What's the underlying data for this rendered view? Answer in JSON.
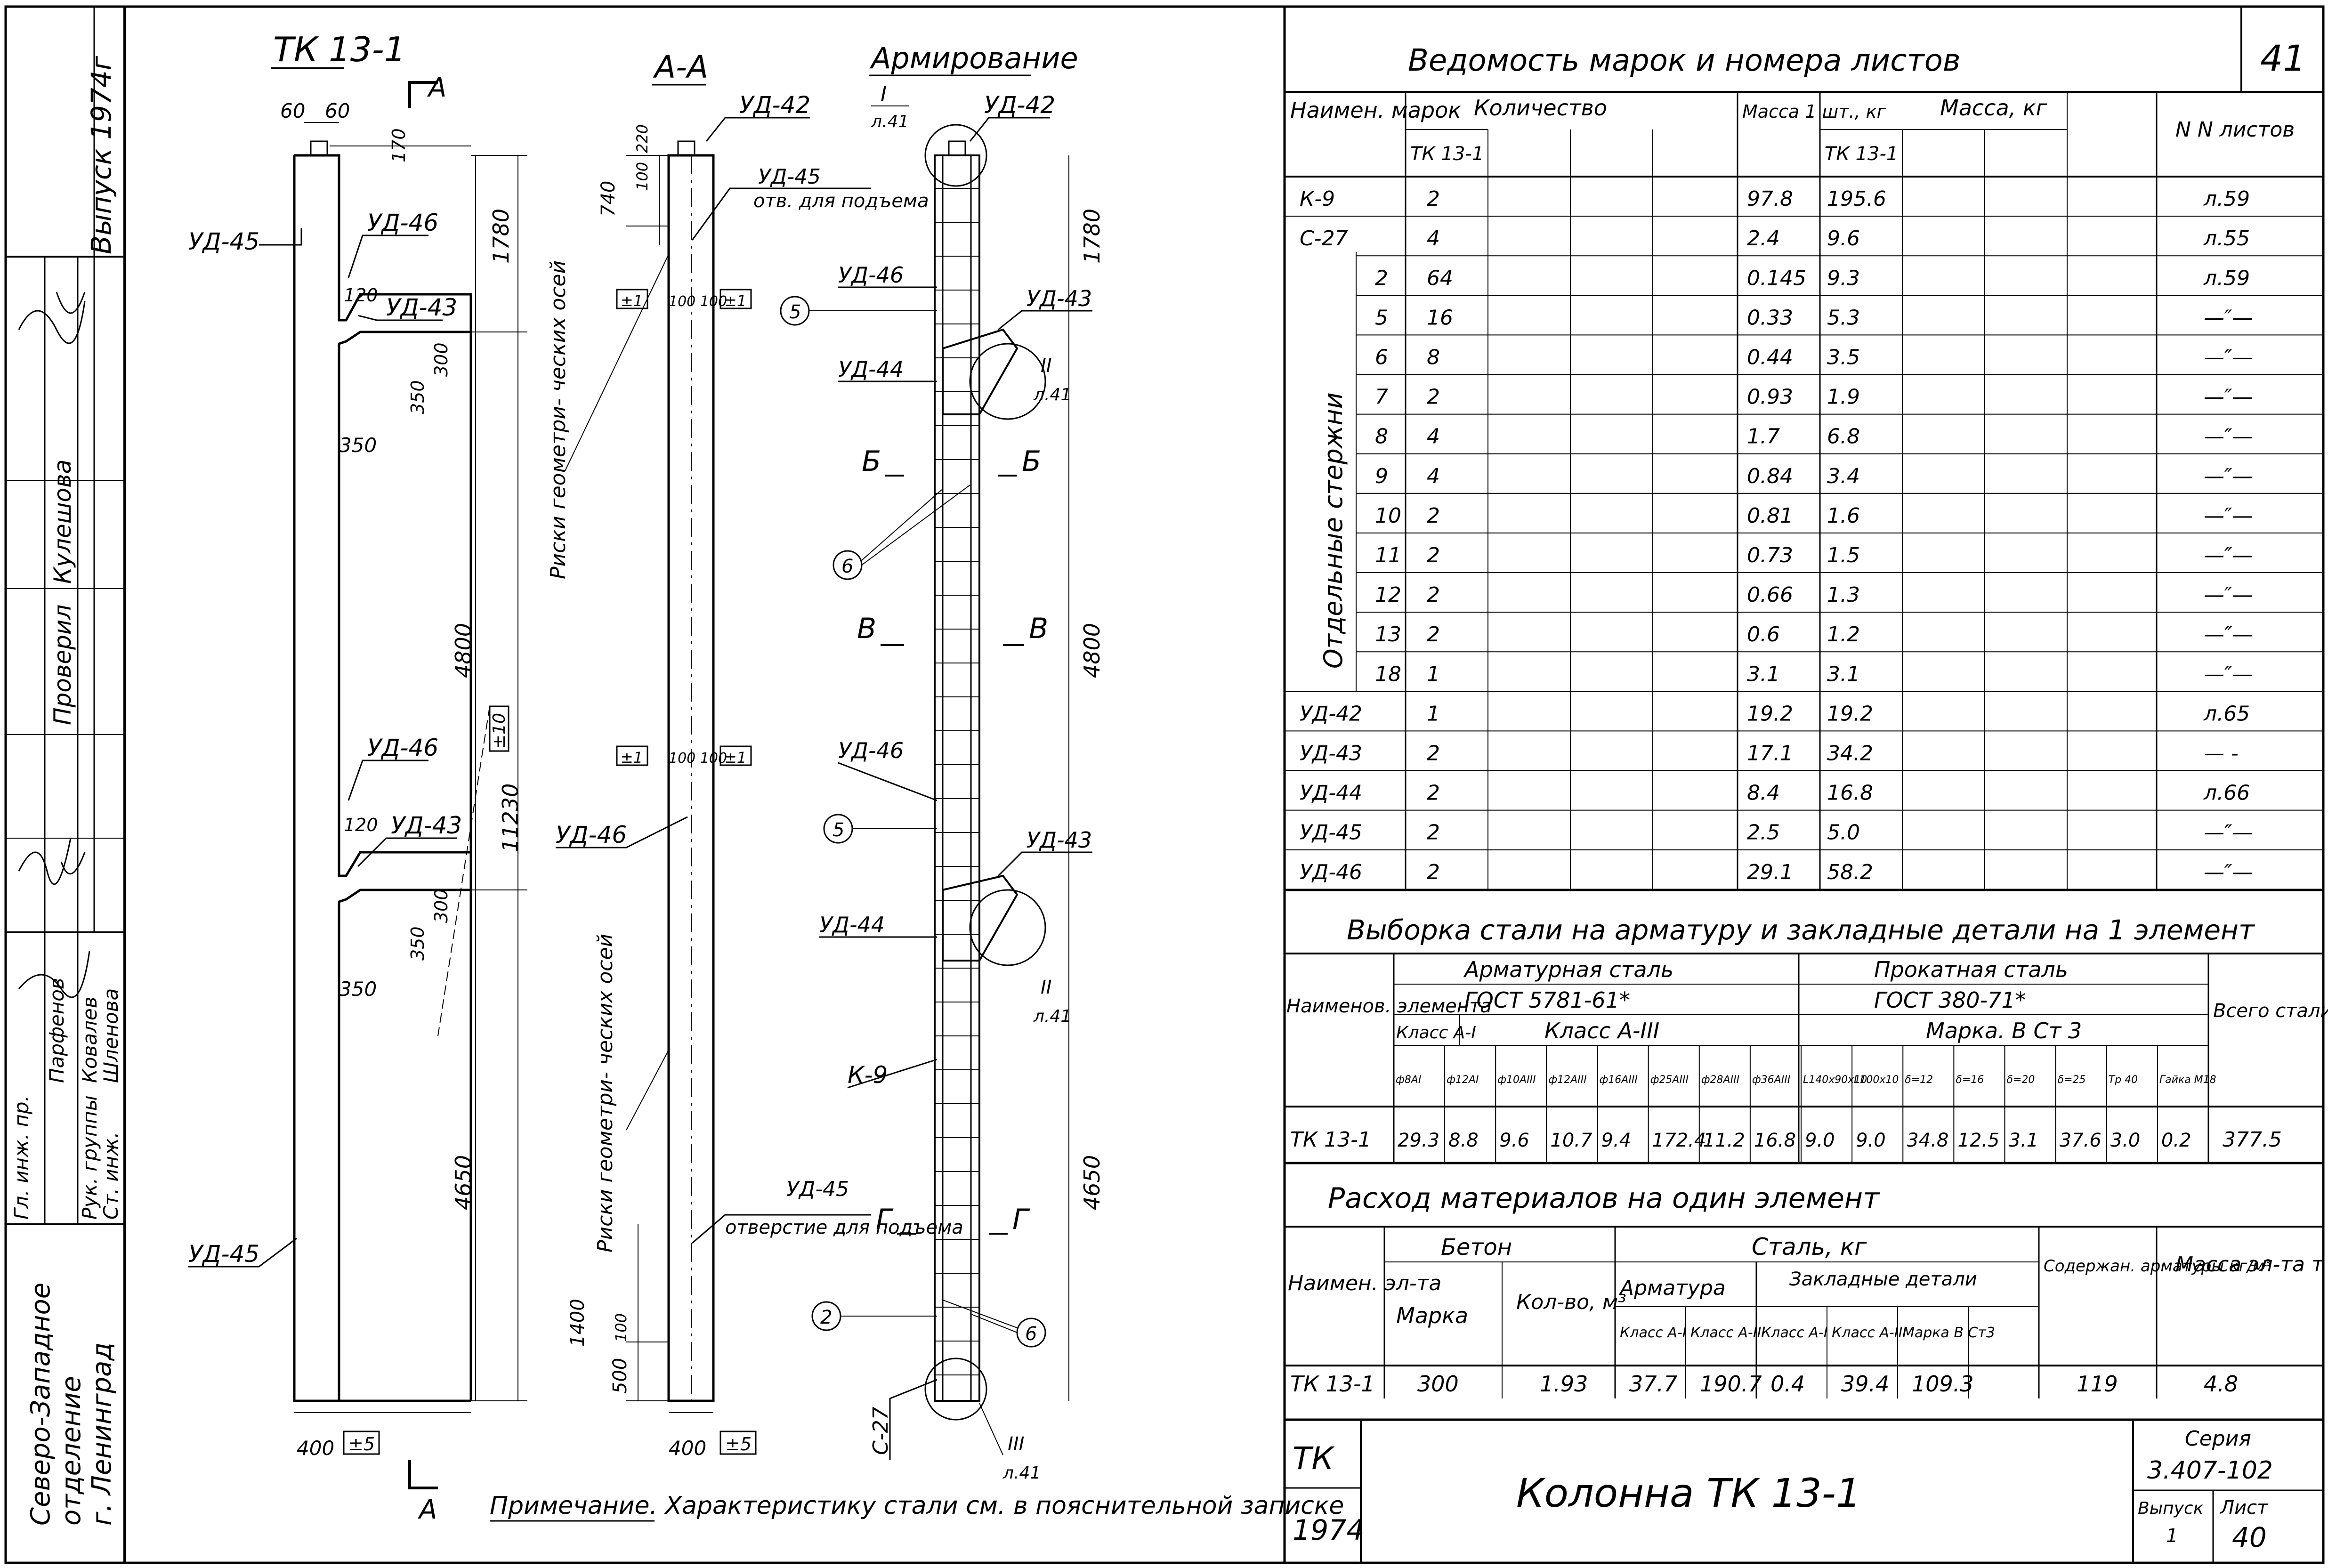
{
  "sheet_number": "41",
  "left_stamp": {
    "issue": "Выпуск 1974г",
    "roles": [
      "Проверил",
      "Кулешова",
      "Гл. инж. пр.",
      "Парфенов",
      "Рук. группы",
      "Ковалев",
      "Ст. инж.",
      "Шленова"
    ],
    "org": [
      "Северо-Западное",
      "отделение",
      "г. Ленинград"
    ]
  },
  "drawing": {
    "view1_title": "ТК 13-1",
    "section_title": "А-А",
    "reinf_title": "Армирование",
    "section_mark": "А",
    "dims": {
      "d60a": "60",
      "d60b": "60",
      "d170": "170",
      "d1780": "1780",
      "d120a": "120",
      "d300a": "300",
      "d350a": "350",
      "d350b": "350",
      "d4800": "4800",
      "d11230": "11230",
      "d120b": "120",
      "d300b": "300",
      "d350c": "350",
      "d350d": "350",
      "d4650": "4650",
      "d400a": "400",
      "d5": "±5",
      "d740": "740",
      "d100": "100",
      "d220": "220",
      "d1": "±1",
      "d100x100": "100 100",
      "d1400": "1400",
      "d500": "500",
      "d400b": "400",
      "d4800r": "4800",
      "d4650r": "4650",
      "d1780r": "1780",
      "d10": "±10"
    },
    "labels": {
      "ud42": "УД-42",
      "ud45": "УД-45",
      "ud46": "УД-46",
      "ud43": "УД-43",
      "ud44": "УД-44",
      "hole": "отв. для подъема",
      "hole2": "отверстие для подъема",
      "risk": "Риски геометри- ческих осей",
      "k9": "К-9",
      "c27": "С-27",
      "b": "Б",
      "v": "В",
      "g": "Г",
      "c5": "5",
      "c6": "6",
      "c2": "2",
      "node1": "I",
      "node2": "II",
      "node3": "III",
      "l41": "л.41"
    },
    "note": "Примечание. Характеристику стали см. в пояснительной записке"
  },
  "table_main": {
    "title": "Ведомость марок и номера листов",
    "headers": {
      "name": "Наимен. марок",
      "qty": "Количество",
      "tk": "ТК 13-1",
      "mass1": "Масса 1 шт., кг",
      "mass": "Масса, кг",
      "sheets": "N N листов"
    },
    "group_label": "Отдельные стержни",
    "rows": [
      [
        "К-9",
        "2",
        "97.8",
        "195.6",
        "л.59"
      ],
      [
        "С-27",
        "4",
        "2.4",
        "9.6",
        "л.55"
      ],
      [
        "2",
        "64",
        "0.145",
        "9.3",
        "л.59"
      ],
      [
        "5",
        "16",
        "0.33",
        "5.3",
        "—″—"
      ],
      [
        "6",
        "8",
        "0.44",
        "3.5",
        "—″—"
      ],
      [
        "7",
        "2",
        "0.93",
        "1.9",
        "—″—"
      ],
      [
        "8",
        "4",
        "1.7",
        "6.8",
        "—″—"
      ],
      [
        "9",
        "4",
        "0.84",
        "3.4",
        "—″—"
      ],
      [
        "10",
        "2",
        "0.81",
        "1.6",
        "—″—"
      ],
      [
        "11",
        "2",
        "0.73",
        "1.5",
        "—″—"
      ],
      [
        "12",
        "2",
        "0.66",
        "1.3",
        "—″—"
      ],
      [
        "13",
        "2",
        "0.6",
        "1.2",
        "—″—"
      ],
      [
        "18",
        "1",
        "3.1",
        "3.1",
        "—″—"
      ],
      [
        "УД-42",
        "1",
        "19.2",
        "19.2",
        "л.65"
      ],
      [
        "УД-43",
        "2",
        "17.1",
        "34.2",
        "— -"
      ],
      [
        "УД-44",
        "2",
        "8.4",
        "16.8",
        "л.66"
      ],
      [
        "УД-45",
        "2",
        "2.5",
        "5.0",
        "—″—"
      ],
      [
        "УД-46",
        "2",
        "29.1",
        "58.2",
        "—″—"
      ]
    ]
  },
  "table_steel": {
    "title": "Выборка стали на арматуру и закладные детали на 1 элемент",
    "name_header": "Наименов. элемента",
    "rebar": "Арматурная сталь",
    "gost1": "ГОСТ 5781-61*",
    "rolled": "Прокатная сталь",
    "gost2": "ГОСТ 380-71*",
    "classA1": "Класс А-I",
    "classA3": "Класс А-III",
    "marka": "Марка. В Ст 3",
    "total": "Всего стали, кг",
    "cols": [
      "ф8АI",
      "ф12АI",
      "ф10АIII",
      "ф12АIII",
      "ф16АIII",
      "ф25АIII",
      "ф28АIII",
      "ф36АIII",
      "L140х90х10",
      "L100х10",
      "δ=12",
      "δ=16",
      "δ=20",
      "δ=25",
      "Тр 40",
      "Гайка М18"
    ],
    "row_name": "ТК 13-1",
    "row": [
      "29.3",
      "8.8",
      "9.6",
      "10.7",
      "9.4",
      "172.4",
      "11.2",
      "16.8",
      "9.0",
      "9.0",
      "34.8",
      "12.5",
      "3.1",
      "37.6",
      "3.0",
      "0.2"
    ],
    "row_total": "377.5"
  },
  "table_mat": {
    "title": "Расход материалов на один элемент",
    "name_header": "Наимен. эл-та",
    "concrete": "Бетон",
    "marka": "Марка",
    "vol": "Кол-во, м³",
    "steel": "Сталь, кг",
    "arm": "Арматура",
    "zakl": "Закладные детали",
    "a1": "Класс А-I",
    "a3": "Класс А-III",
    "z1": "Класс А-I",
    "z3": "Класс А-III",
    "zm": "Марка В Ст3",
    "content": "Содержан. арматуры кг/м³",
    "mass": "Масса эл-та т",
    "row": [
      "ТК 13-1",
      "300",
      "1.93",
      "37.7",
      "190.7",
      "0.4",
      "39.4",
      "109.3",
      "119",
      "4.8"
    ]
  },
  "title_block": {
    "tk": "ТК",
    "year": "1974",
    "name": "Колонна ТК 13-1",
    "series_label": "Серия",
    "series": "3.407-102",
    "issue_label": "Выпуск",
    "issue": "1",
    "sheet_label": "Лист",
    "sheet": "40"
  }
}
